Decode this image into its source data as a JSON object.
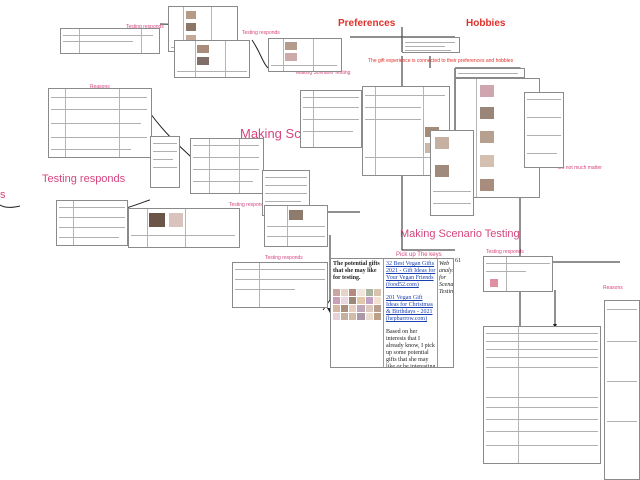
{
  "theme": {
    "label_pink": "#d6457e",
    "label_red": "#e0302a",
    "connector": "#222222"
  },
  "root": {
    "preferences": "Preferences",
    "hobbies": "Hobbies",
    "subtitle": "The gift experience is connected to their preferences and hobbies"
  },
  "labels": {
    "making_scenario_1": "Making Scenario Testing",
    "making_scenario_2": "Making Scenario Testing",
    "testing_responds_big": "Testing responds",
    "testing_responds_a": "Testing responds",
    "testing_responds_b": "Testing responds",
    "testing_responds_c": "Testing responds",
    "testing_responds_d": "Testing responds",
    "testing_responds_e": "Testing responds",
    "making_scenario_small": "Making Scenario Testing",
    "reasons_a": "Reasons",
    "reasons_b": "Reasons",
    "do_not_much_matter": "Do not much matter",
    "pick_up_keys": "Pick up The keys",
    "left_edge": "s"
  },
  "source_card": {
    "caption": "The potential gifts that she may like for testing.",
    "link_1": "32 Best Vegan Gifts 2021 - Gift Ideas for Your Vegan Friends (food52.com)",
    "link_2": "201 Vegan Gift Ideas for Christmas & Birthdays - 2021 (hepbarrow.com)",
    "body": "Based on her interests that I already know, I pick up some potential gifts that she may like or be interesting in. It will be used in Scenario Testing Part 4.",
    "method": "Web analysis for Scenario Testing",
    "index": "61"
  },
  "collage_colors": [
    "#c9a7a0",
    "#e5d4c8",
    "#b58a7e",
    "#f0e6de",
    "#a9b5a0",
    "#d8c2b0",
    "#caa0b8",
    "#e8d8e0",
    "#9c8878",
    "#e0c8a8",
    "#bfa2c4",
    "#f2e0d0",
    "#d4b8a4",
    "#a89080",
    "#e6cfc0",
    "#c0a8b8",
    "#dcc8bc",
    "#b8a090",
    "#e8d0d8",
    "#c4b0a0",
    "#d0bca8",
    "#a898a8",
    "#ecdcd0",
    "#bca088"
  ]
}
